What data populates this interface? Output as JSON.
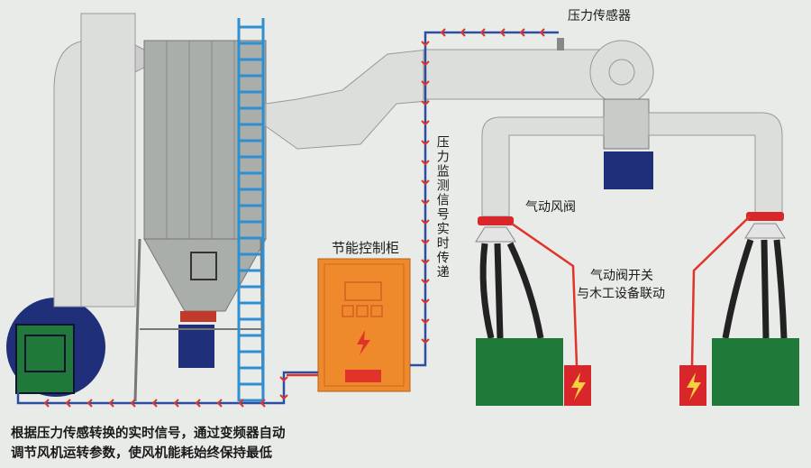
{
  "labels": {
    "pressure_sensor": "压力传感器",
    "signal_transfer": "压力监测信号实时传递",
    "control_cabinet": "节能控制柜",
    "pneumatic_valve": "气动风阀",
    "valve_linkage_line1": "气动阀开关",
    "valve_linkage_line2": "与木工设备联动"
  },
  "caption": {
    "line1": "根据压力传感转换的实时信号，通过变频器自动",
    "line2": "调节风机运转参数，使风机能耗始终保持最低"
  },
  "colors": {
    "duct": "#dcdedb",
    "collector": "#a9aeaa",
    "ladder": "#2f8fd0",
    "signal_line": "#2a4fa0",
    "signal_arrow": "#e0342a",
    "cabinet": "#ee8a2c",
    "equipment": "#1f7a3a",
    "fan": "#1f2f7a",
    "valve": "#d8262a"
  }
}
